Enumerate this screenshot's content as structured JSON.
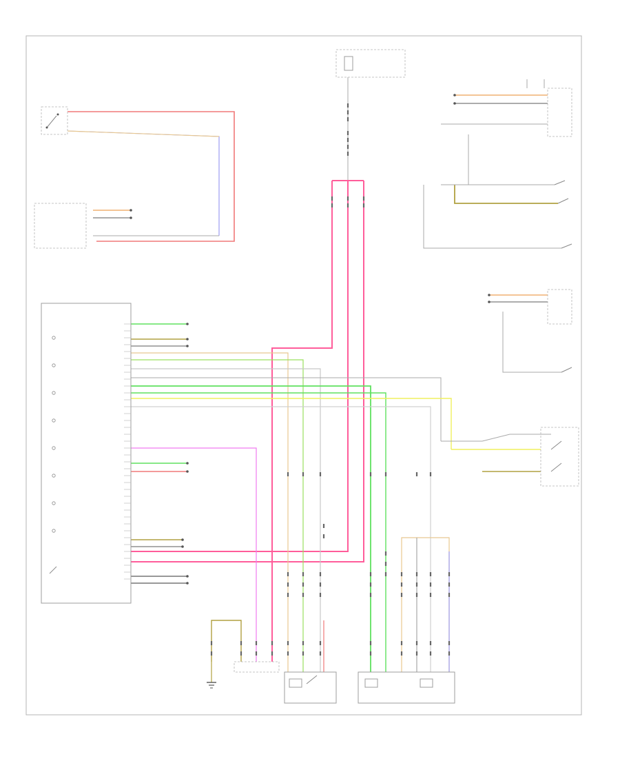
{
  "diagram": {
    "footer_code": "",
    "components": [
      {
        "id": "brake-sw",
        "lines": [
          "",
          "",
          "",
          ""
        ]
      },
      {
        "id": "elec-ctrl",
        "lines": [
          "",
          ""
        ]
      },
      {
        "id": "fuse",
        "lines": [
          "",
          "",
          "",
          ""
        ]
      },
      {
        "id": "sensor-right",
        "lines": [
          "",
          "",
          "",
          ""
        ]
      },
      {
        "id": "sensor-left",
        "lines": [
          "",
          "",
          "",
          ""
        ]
      },
      {
        "id": "cluster",
        "lines": [
          "",
          ""
        ]
      },
      {
        "id": "fuel-pump",
        "lines": [
          "",
          "",
          ""
        ]
      },
      {
        "id": "fuel-level",
        "lines": [
          "",
          "",
          "",
          ""
        ]
      },
      {
        "id": "ground",
        "lines": [
          "",
          ""
        ]
      },
      {
        "id": "speaker",
        "lines": [
          ""
        ]
      },
      {
        "id": "switch-right",
        "lines": [
          "",
          "",
          ""
        ]
      }
    ],
    "indicators": [
      {
        "label1": "",
        "label2": ""
      },
      {
        "label1": "",
        "label2": ""
      },
      {
        "label1": "",
        "label2": ""
      },
      {
        "label1": "",
        "label2": ""
      },
      {
        "label1": "",
        "label2": ""
      },
      {
        "label1": "",
        "label2": ""
      },
      {
        "label1": "",
        "label2": ""
      },
      {
        "label1": "",
        "label2": ""
      }
    ]
  },
  "colors": {
    "red": "#f07878",
    "pink": "#ff5c9a",
    "magenta": "#f07af0",
    "orange": "#f0b070",
    "green": "#5ee05e",
    "lime": "#9ae05e",
    "yellow": "#f0f05e",
    "blue": "#8a8af0",
    "gray": "#a8a8a8",
    "olive": "#b0a040",
    "tan": "#e8c890"
  }
}
